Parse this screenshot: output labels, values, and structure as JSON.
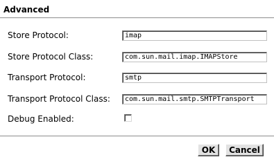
{
  "section": {
    "title": "Advanced"
  },
  "fields": [
    {
      "label": "Store Protocol:",
      "value": "imap"
    },
    {
      "label": "Store Protocol Class:",
      "value": "com.sun.mail.imap.IMAPStore"
    },
    {
      "label": "Transport Protocol:",
      "value": "smtp"
    },
    {
      "label": "Transport Protocol Class:",
      "value": "com.sun.mail.smtp.SMTPTransport"
    }
  ],
  "debug": {
    "label": "Debug Enabled:",
    "checked": false
  },
  "buttons": {
    "ok": "OK",
    "cancel": "Cancel"
  }
}
